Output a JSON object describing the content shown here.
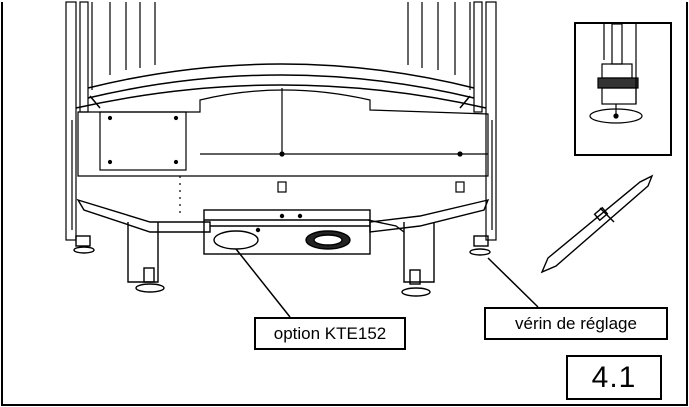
{
  "labels": {
    "option": "option KTE152",
    "jack": "vérin de réglage",
    "figure": "4.1"
  }
}
